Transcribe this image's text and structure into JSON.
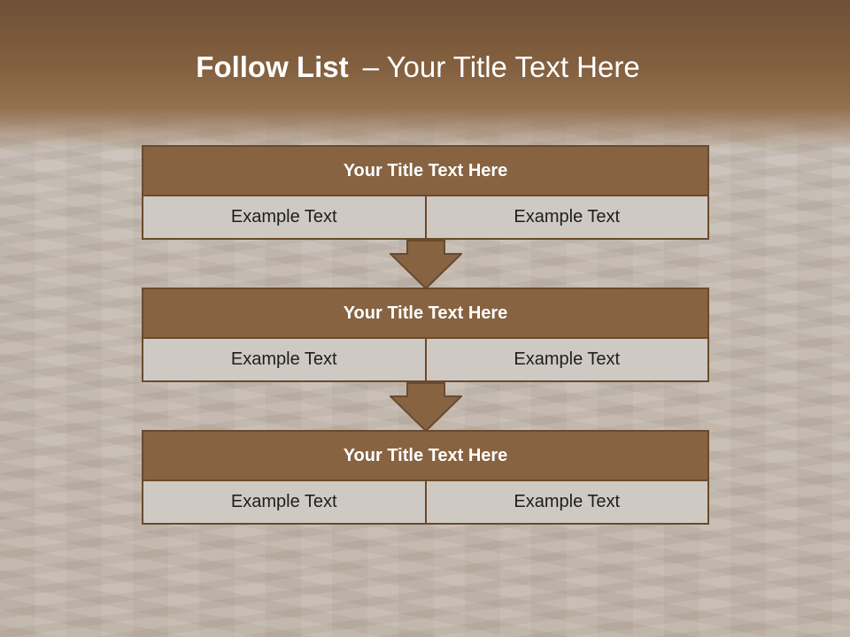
{
  "slide": {
    "title_bold": "Follow List",
    "title_rest": "– Your Title Text Here"
  },
  "steps": [
    {
      "title": "Your Title Text Here",
      "left": "Example Text",
      "right": "Example Text"
    },
    {
      "title": "Your Title Text Here",
      "left": "Example Text",
      "right": "Example Text"
    },
    {
      "title": "Your Title Text Here",
      "left": "Example Text",
      "right": "Example Text"
    }
  ],
  "colors": {
    "header_fill": "#876342",
    "border": "#6a4a2d",
    "cell_fill": "#cfc9c3",
    "title_text": "#ffffff"
  }
}
